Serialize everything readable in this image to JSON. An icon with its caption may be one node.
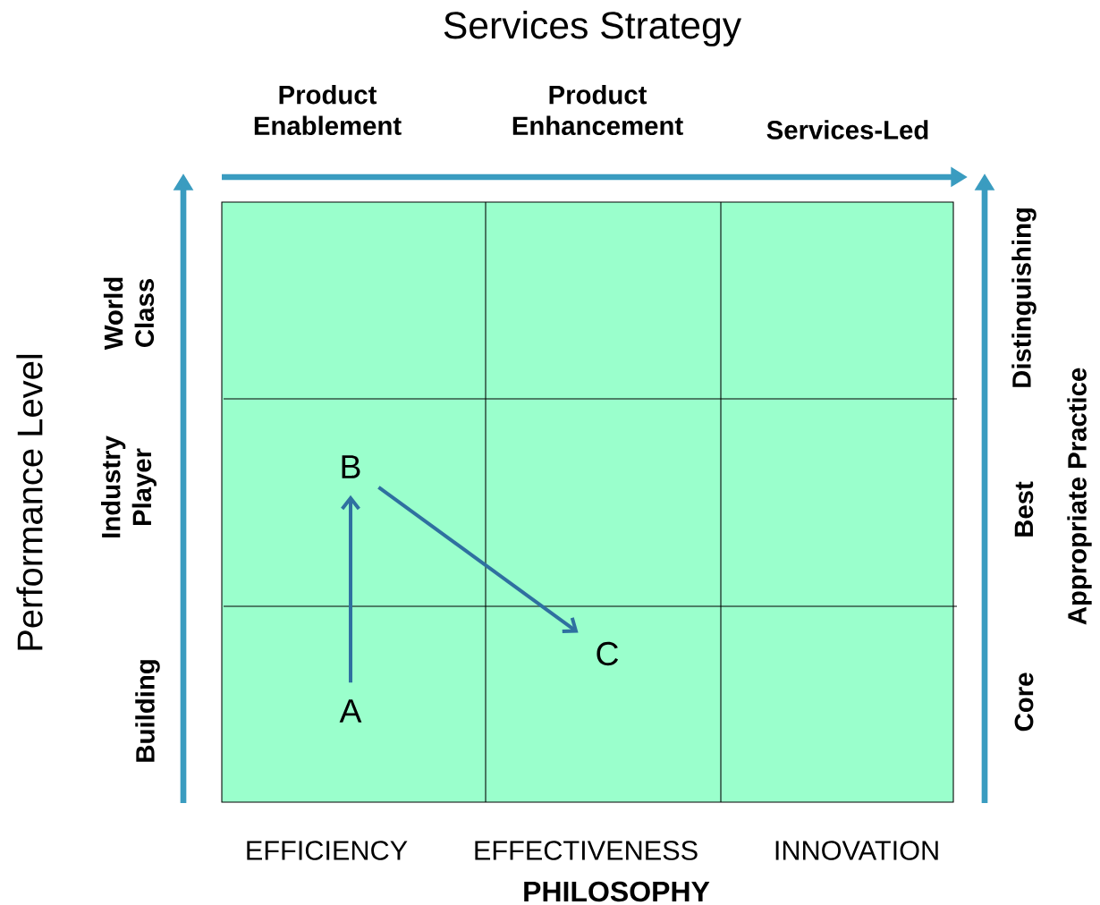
{
  "diagram": {
    "title": "Services Strategy",
    "nodes": [
      {
        "text": [
          "A"
        ]
      },
      {
        "text": [
          "B"
        ]
      },
      {
        "text": [
          "C"
        ]
      }
    ],
    "edges": [
      {
        "from": 0,
        "to": 1,
        "arrow": "to"
      },
      {
        "from": 1,
        "to": 2,
        "arrow": "to"
      }
    ],
    "labels": [
      "Product Enablement",
      "Product Enhancement",
      "Services-Led",
      "Performance Level",
      "World Class",
      "Industry Player",
      "Building",
      "Distinguishing",
      "Best",
      "Core",
      "Appropriate Practice",
      "EFFICIENCY",
      "EFFECTIVENESS",
      "INNOVATION",
      "PHILOSOPHY"
    ]
  }
}
